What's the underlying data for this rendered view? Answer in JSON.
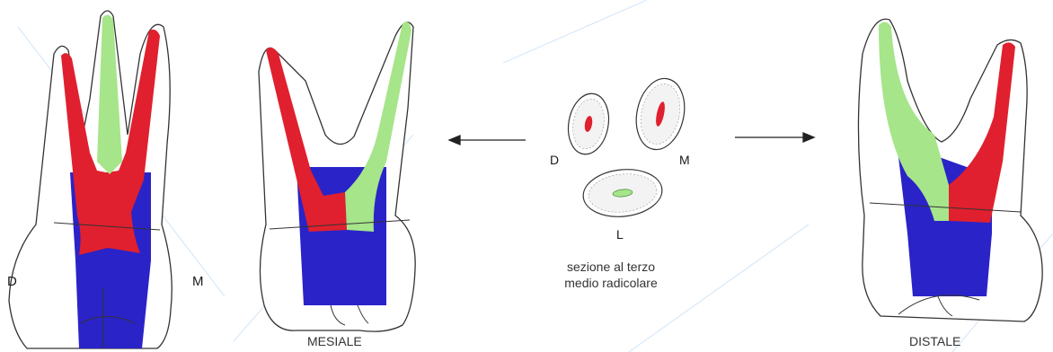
{
  "labels": {
    "left_distal": "D",
    "left_mesial": "M",
    "view_mesial": "MESIALE",
    "view_distal": "DISTALE",
    "section_distal": "D",
    "section_mesial": "M",
    "section_lingual": "L",
    "caption_line1": "sezione al terzo",
    "caption_line2": "medio radicolare"
  },
  "colors": {
    "enamel_blue": "#2a23c8",
    "pulp_red": "#e0202e",
    "pulp_green": "#a6e58a",
    "outline": "#333333",
    "watermark": "#cfe3f7"
  }
}
